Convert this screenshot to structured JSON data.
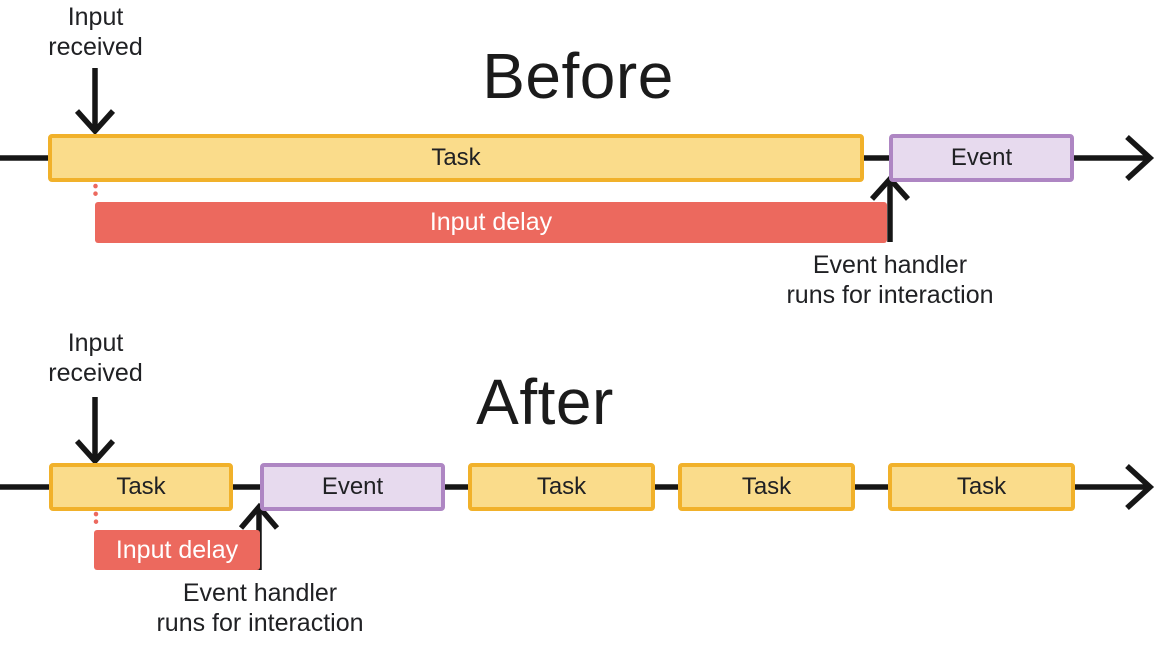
{
  "colors": {
    "task_fill": "#FADC8B",
    "task_border": "#F1B12A",
    "event_fill": "#E7DAEE",
    "event_border": "#AE86C3",
    "delay_fill": "#EC695E",
    "delay_text": "#FFFFFF",
    "line_color": "#161616",
    "text_color": "#202124"
  },
  "before": {
    "title": "Before",
    "input_received": {
      "line1": "Input",
      "line2": "received"
    },
    "task_label": "Task",
    "event_label": "Event",
    "input_delay_label": "Input delay",
    "event_handler": {
      "line1": "Event handler",
      "line2": "runs for interaction"
    }
  },
  "after": {
    "title": "After",
    "input_received": {
      "line1": "Input",
      "line2": "received"
    },
    "bars": [
      {
        "type": "task",
        "label": "Task"
      },
      {
        "type": "event",
        "label": "Event"
      },
      {
        "type": "task",
        "label": "Task"
      },
      {
        "type": "task",
        "label": "Task"
      },
      {
        "type": "task",
        "label": "Task"
      }
    ],
    "input_delay_label": "Input delay",
    "event_handler": {
      "line1": "Event handler",
      "line2": "runs for interaction"
    }
  }
}
